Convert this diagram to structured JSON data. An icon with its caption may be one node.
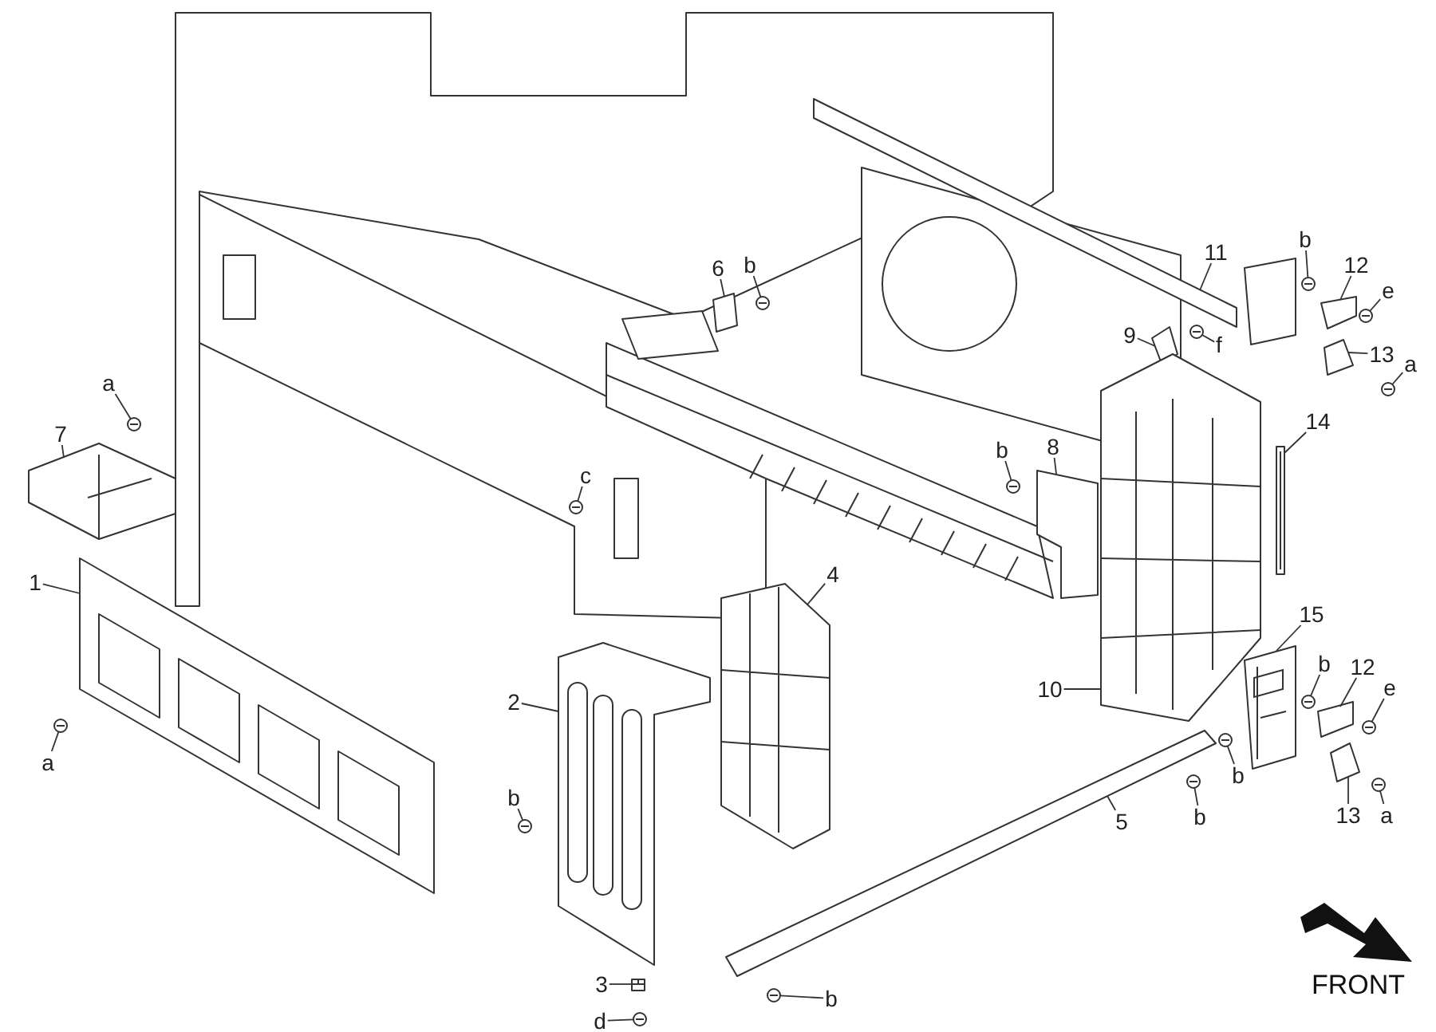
{
  "diagram": {
    "nodes": [
      {
        "text": [
          "a"
        ]
      },
      {
        "text": [
          "7"
        ]
      },
      {
        "text": [
          "1"
        ]
      },
      {
        "text": [
          "a"
        ]
      },
      {
        "text": [
          "6"
        ]
      },
      {
        "text": [
          "b"
        ]
      },
      {
        "text": [
          "c"
        ]
      },
      {
        "text": [
          "2"
        ]
      },
      {
        "text": [
          "b"
        ]
      },
      {
        "text": [
          "3"
        ]
      },
      {
        "text": [
          "d"
        ]
      },
      {
        "text": [
          "b"
        ]
      },
      {
        "text": [
          "4"
        ]
      },
      {
        "text": [
          "f"
        ]
      },
      {
        "text": [
          "9"
        ]
      },
      {
        "text": [
          "8"
        ]
      },
      {
        "text": [
          "b"
        ]
      },
      {
        "text": [
          "10"
        ]
      },
      {
        "text": [
          "11"
        ]
      },
      {
        "text": [
          "b"
        ]
      },
      {
        "text": [
          "12"
        ]
      },
      {
        "text": [
          "e"
        ]
      },
      {
        "text": [
          "13"
        ]
      },
      {
        "text": [
          "a"
        ]
      },
      {
        "text": [
          "14"
        ]
      },
      {
        "text": [
          "15"
        ]
      },
      {
        "text": [
          "b"
        ]
      },
      {
        "text": [
          "12"
        ]
      },
      {
        "text": [
          "e"
        ]
      },
      {
        "text": [
          "b"
        ]
      },
      {
        "text": [
          "b"
        ]
      },
      {
        "text": [
          "5"
        ]
      },
      {
        "text": [
          "13"
        ]
      },
      {
        "text": [
          "a"
        ]
      },
      {
        "text": [],
        "shape": "picture"
      },
      {
        "text": [],
        "shape": "picture"
      },
      {
        "text": [],
        "shape": "picture"
      },
      {
        "text": [],
        "shape": "picture"
      },
      {
        "text": [],
        "shape": "picture"
      },
      {
        "text": [],
        "shape": "picture"
      },
      {
        "text": [],
        "shape": "picture"
      },
      {
        "text": [],
        "shape": "picture"
      },
      {
        "text": [],
        "shape": "picture"
      },
      {
        "text": [],
        "shape": "picture"
      },
      {
        "text": [],
        "shape": "picture"
      },
      {
        "text": [],
        "shape": "picture"
      },
      {
        "text": [],
        "shape": "picture"
      },
      {
        "text": [],
        "shape": "picture"
      },
      {
        "text": [],
        "shape": "picture"
      },
      {
        "text": [],
        "shape": "picture"
      },
      {
        "text": [],
        "shape": "picture"
      },
      {
        "text": [],
        "shape": "circle"
      },
      {
        "text": [],
        "shape": "circle"
      },
      {
        "text": [],
        "shape": "circle"
      },
      {
        "text": [],
        "shape": "circle"
      },
      {
        "text": [],
        "shape": "circle"
      },
      {
        "text": [],
        "shape": "circle"
      },
      {
        "text": [],
        "shape": "circle"
      },
      {
        "text": [],
        "shape": "circle"
      },
      {
        "text": [],
        "shape": "circle"
      },
      {
        "text": [],
        "shape": "circle"
      },
      {
        "text": [],
        "shape": "circle"
      },
      {
        "text": [],
        "shape": "circle"
      },
      {
        "text": [],
        "shape": "circle"
      },
      {
        "text": [],
        "shape": "circle"
      },
      {
        "text": [],
        "shape": "circle"
      },
      {
        "text": [],
        "shape": "circle"
      },
      {
        "text": [],
        "shape": "circle"
      }
    ],
    "edges": [
      {
        "from": 0,
        "to": 51,
        "arrow": "none"
      },
      {
        "from": 1,
        "to": 34,
        "arrow": "none"
      },
      {
        "from": 2,
        "to": 35,
        "arrow": "none"
      },
      {
        "from": 3,
        "to": 52,
        "arrow": "none"
      },
      {
        "from": 4,
        "to": 36,
        "arrow": "none"
      },
      {
        "from": 5,
        "to": 53,
        "arrow": "none"
      },
      {
        "from": 6,
        "to": 54,
        "arrow": "none"
      },
      {
        "from": 7,
        "to": 37,
        "arrow": "none"
      },
      {
        "from": 8,
        "to": 55,
        "arrow": "none"
      },
      {
        "from": 9,
        "to": 38,
        "arrow": "none"
      },
      {
        "from": 10,
        "to": 56,
        "arrow": "none"
      },
      {
        "from": 11,
        "to": 57,
        "arrow": "none"
      },
      {
        "from": 12,
        "to": 39,
        "arrow": "none"
      },
      {
        "from": 13,
        "to": 58,
        "arrow": "none"
      },
      {
        "from": 14,
        "to": 42,
        "arrow": "none"
      },
      {
        "from": 15,
        "to": 41,
        "arrow": "none"
      },
      {
        "from": 16,
        "to": 59,
        "arrow": "none"
      },
      {
        "from": 17,
        "to": 43,
        "arrow": "none"
      },
      {
        "from": 18,
        "to": 44,
        "arrow": "none"
      },
      {
        "from": 19,
        "to": 60,
        "arrow": "none"
      },
      {
        "from": 20,
        "to": 45,
        "arrow": "none"
      },
      {
        "from": 21,
        "to": 61,
        "arrow": "none"
      },
      {
        "from": 22,
        "to": 46,
        "arrow": "none"
      },
      {
        "from": 23,
        "to": 62,
        "arrow": "none"
      },
      {
        "from": 24,
        "to": 47,
        "arrow": "none"
      },
      {
        "from": 25,
        "to": 48,
        "arrow": "none"
      },
      {
        "from": 26,
        "to": 63,
        "arrow": "none"
      },
      {
        "from": 27,
        "to": 49,
        "arrow": "none"
      },
      {
        "from": 28,
        "to": 64,
        "arrow": "none"
      },
      {
        "from": 29,
        "to": 65,
        "arrow": "none"
      },
      {
        "from": 30,
        "to": 66,
        "arrow": "none"
      },
      {
        "from": 31,
        "to": 40,
        "arrow": "none"
      },
      {
        "from": 32,
        "to": 50,
        "arrow": "none"
      },
      {
        "from": 33,
        "to": 67,
        "arrow": "none"
      }
    ],
    "labels": [
      "FRONT"
    ]
  }
}
